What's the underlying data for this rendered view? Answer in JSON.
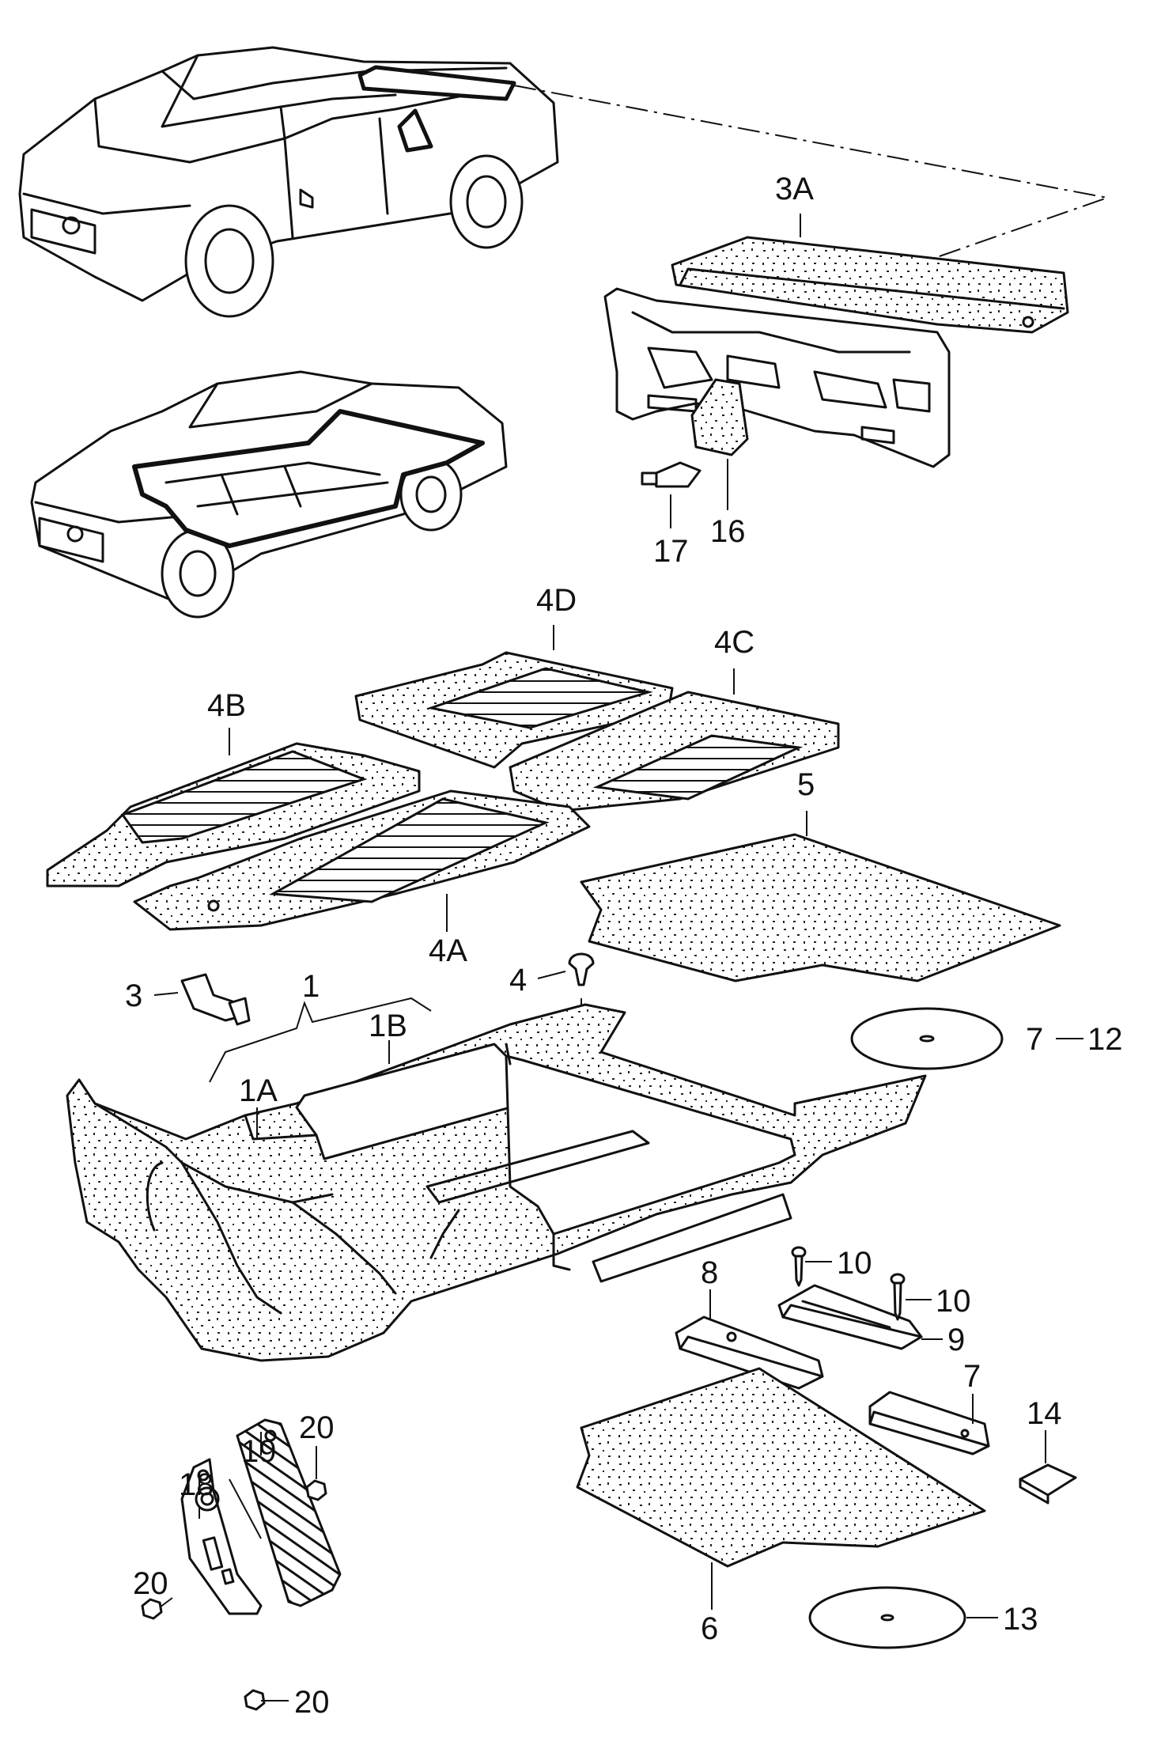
{
  "diagram": {
    "callouts": {
      "p3A": "3A",
      "p17": "17",
      "p16": "16",
      "p4D": "4D",
      "p4C": "4C",
      "p4B": "4B",
      "p5": "5",
      "p4A": "4A",
      "p4": "4",
      "p3": "3",
      "p1": "1",
      "p1B": "1B",
      "p1A": "1A",
      "p7_12": "7",
      "p12": "12",
      "p10a": "10",
      "p10b": "10",
      "p8": "8",
      "p9": "9",
      "p7": "7",
      "p14": "14",
      "p20a": "20",
      "p19": "19",
      "p18": "18",
      "p20b": "20",
      "p6": "6",
      "p13": "13",
      "p20c": "20"
    }
  }
}
